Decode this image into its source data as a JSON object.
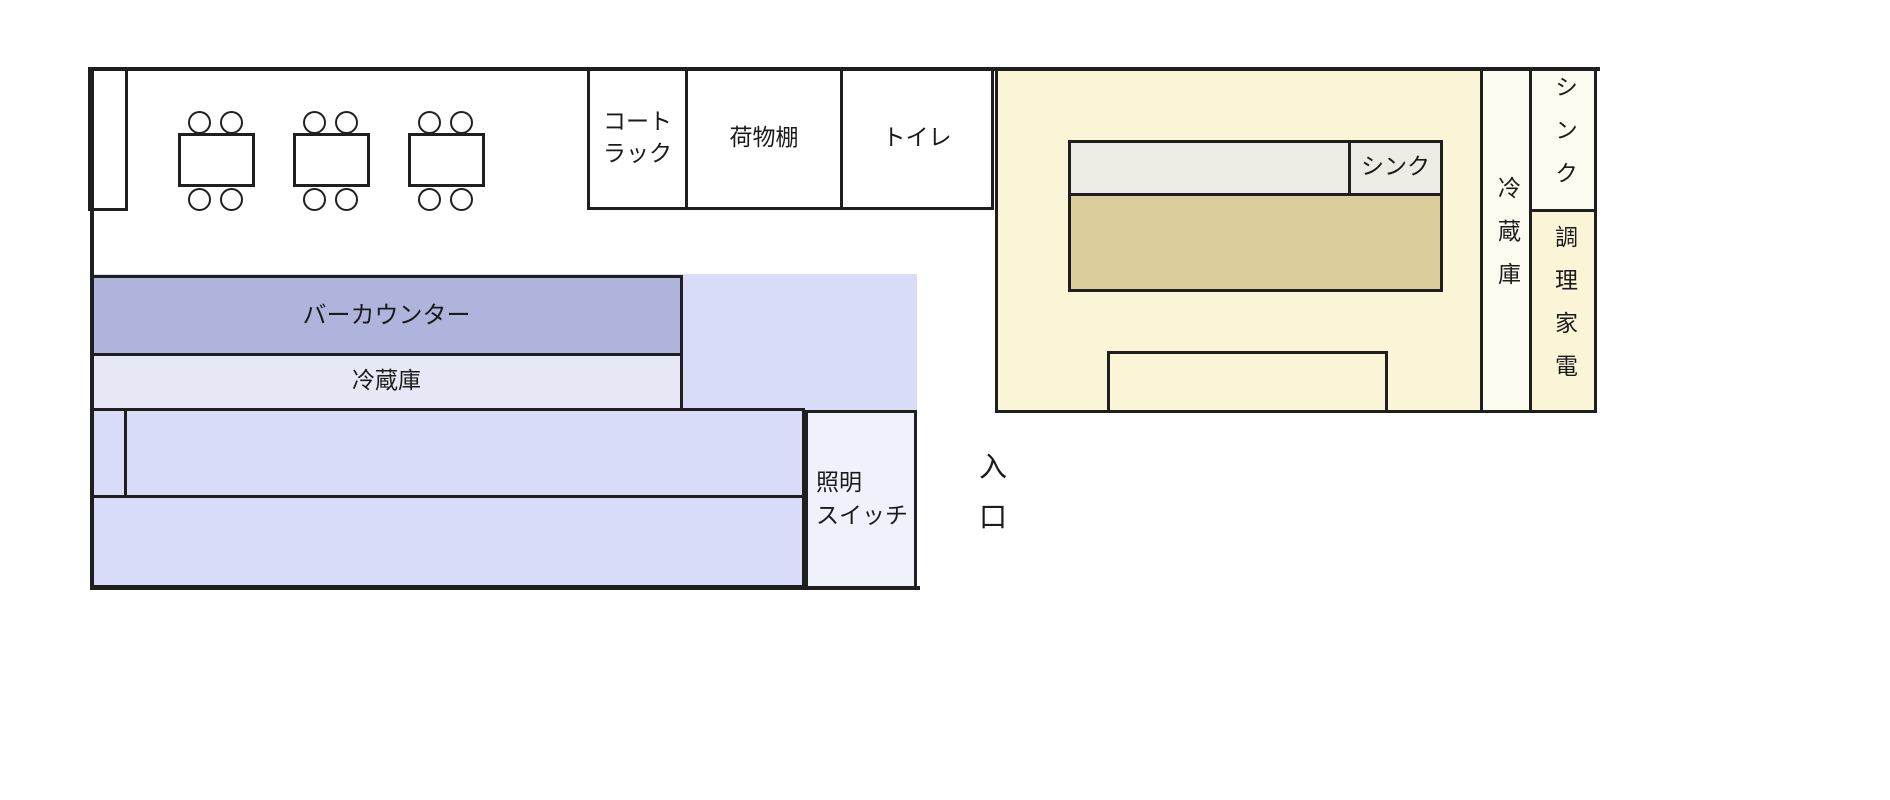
{
  "colors": {
    "wall": "#1f1f1f",
    "text": "#1b1b1b",
    "kitchen_floor": "#FBF5D7",
    "cream_column": "#FCFBEF",
    "counter_gray": "#EDEBE4",
    "worktop_tan": "#DBCE9B",
    "bar_counter_fill": "#AEB4DB",
    "bar_fridge_fill": "#E6E9F5",
    "lounge_fill": "#D9DCF8",
    "switch_box_fill": "#F0F2FB"
  },
  "dining": {
    "table_count": 3,
    "chairs_per_table": 4
  },
  "labels": {
    "coat_rack": "コート\nラック",
    "luggage_shelf": "荷物棚",
    "toilet": "トイレ",
    "counter_sink": "シンク",
    "fridge_column": "冷蔵庫",
    "sink_column": "シンク",
    "appliances_column": "調理家電",
    "bar_counter": "バーカウンター",
    "bar_fridge": "冷蔵庫",
    "light_switch": "照明\nスイッチ",
    "entrance": "入口"
  }
}
